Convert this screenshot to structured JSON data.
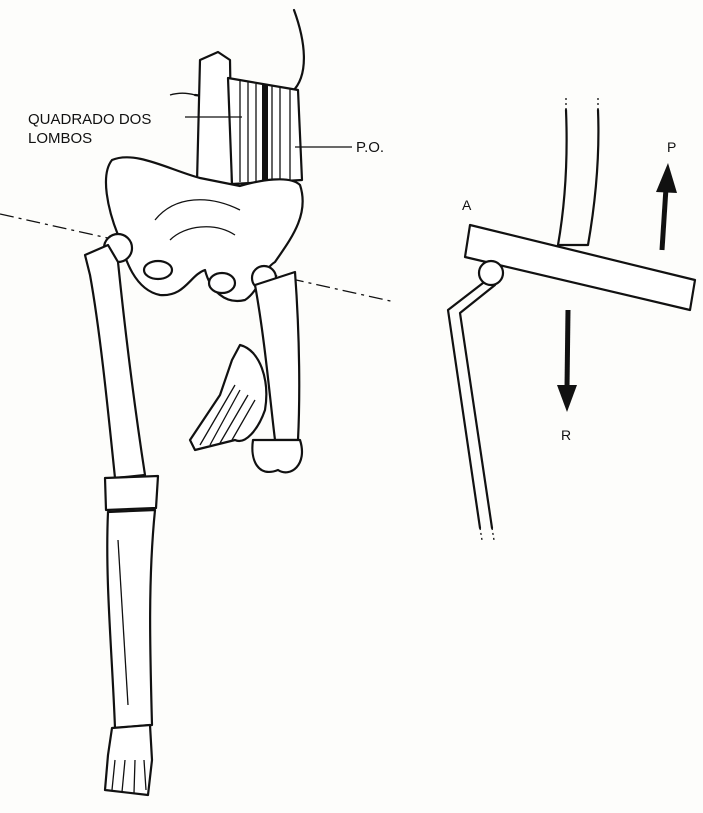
{
  "labels": {
    "quadratus": "QUADRADO DOS LOMBOS",
    "po": "P.O.",
    "pivot": "A",
    "force_up": "P",
    "force_down": "R"
  }
}
